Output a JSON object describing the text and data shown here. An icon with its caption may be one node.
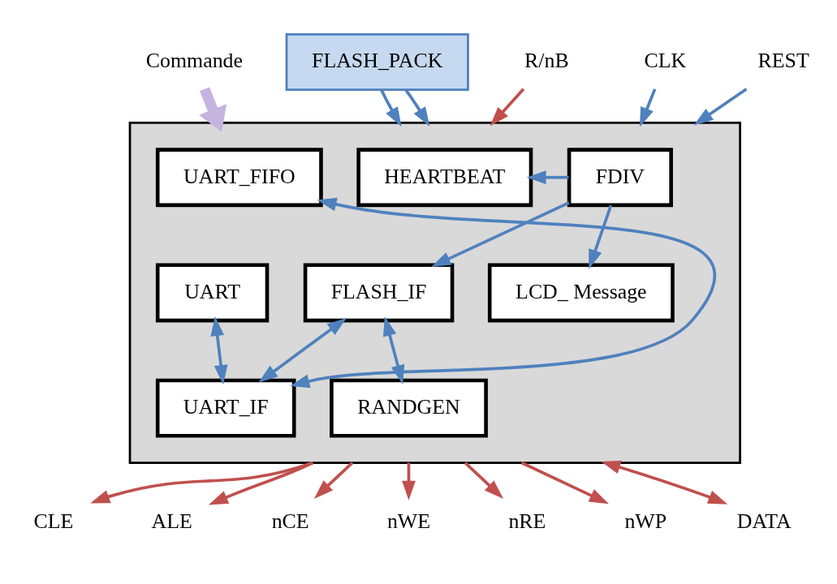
{
  "diagram": {
    "nodes": [
      {
        "text": [],
        "shape": "box"
      },
      {
        "text": [
          "Commande"
        ]
      },
      {
        "text": [
          "FLASH_PACK"
        ]
      },
      {
        "text": [
          "R/nB"
        ]
      },
      {
        "text": [
          "CLK"
        ]
      },
      {
        "text": [
          "REST"
        ]
      },
      {
        "text": [
          "UART_FIFO"
        ],
        "in": 0
      },
      {
        "text": [
          "HEARTBEAT"
        ],
        "in": 0
      },
      {
        "text": [
          "FDIV"
        ],
        "in": 0
      },
      {
        "text": [
          "UART"
        ],
        "in": 0
      },
      {
        "text": [
          "FLASH_IF"
        ],
        "in": 0
      },
      {
        "text": [
          "LCD_ Message"
        ],
        "in": 0
      },
      {
        "text": [
          "UART_IF"
        ],
        "in": 0
      },
      {
        "text": [
          "RANDGEN"
        ],
        "in": 0
      },
      {
        "text": [
          "CLE"
        ]
      },
      {
        "text": [
          "ALE"
        ]
      },
      {
        "text": [
          "nCE"
        ]
      },
      {
        "text": [
          "nWE"
        ]
      },
      {
        "text": [
          "nRE"
        ]
      },
      {
        "text": [
          "nWP"
        ]
      },
      {
        "text": [
          "DATA"
        ]
      }
    ],
    "edges": [
      {
        "from": 1,
        "to": 0,
        "arrow": "to",
        "style": "thick",
        "color": "#c5b3e0"
      },
      {
        "from": 2,
        "to": 0,
        "arrow": "to"
      },
      {
        "from": 2,
        "to": 0,
        "arrow": "to"
      },
      {
        "from": 3,
        "to": 0,
        "arrow": "to",
        "color": "#c0504d"
      },
      {
        "from": 4,
        "to": 0,
        "arrow": "to"
      },
      {
        "from": 5,
        "to": 0,
        "arrow": "to"
      },
      {
        "from": 8,
        "to": 7,
        "arrow": "to"
      },
      {
        "from": 8,
        "to": 10,
        "arrow": "to"
      },
      {
        "from": 8,
        "to": 11,
        "arrow": "to"
      },
      {
        "from": 12,
        "to": 6,
        "arrow": "both"
      },
      {
        "from": 9,
        "to": 12,
        "arrow": "both"
      },
      {
        "from": 10,
        "to": 12,
        "arrow": "both"
      },
      {
        "from": 10,
        "to": 13,
        "arrow": "both"
      },
      {
        "from": 0,
        "to": 14,
        "arrow": "to",
        "color": "#c0504d"
      },
      {
        "from": 0,
        "to": 15,
        "arrow": "to",
        "color": "#c0504d"
      },
      {
        "from": 0,
        "to": 16,
        "arrow": "to",
        "color": "#c0504d"
      },
      {
        "from": 0,
        "to": 17,
        "arrow": "to",
        "color": "#c0504d"
      },
      {
        "from": 0,
        "to": 18,
        "arrow": "to",
        "color": "#c0504d"
      },
      {
        "from": 0,
        "to": 19,
        "arrow": "to",
        "color": "#c0504d"
      },
      {
        "from": 0,
        "to": 20,
        "arrow": "both",
        "color": "#c0504d"
      }
    ]
  }
}
